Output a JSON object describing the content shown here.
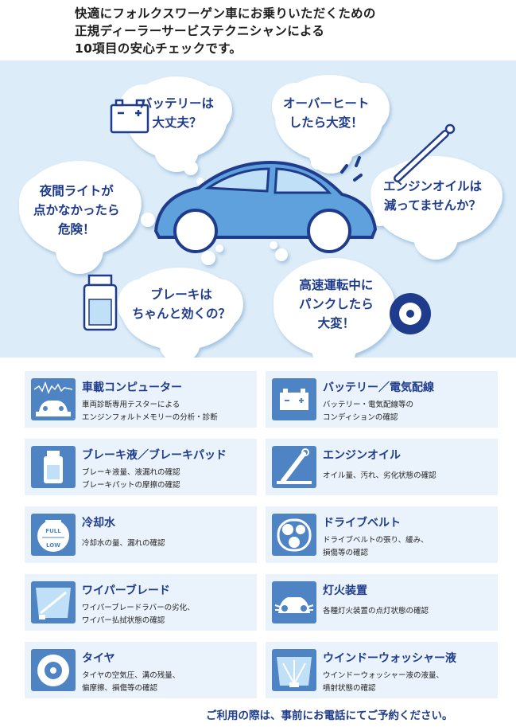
{
  "intro": {
    "lines": [
      "快適にフォルクスワーゲン車にお乗りいただくための",
      "正規ディーラーサービステクニシャンによる",
      "10項目の安心チェックです。"
    ]
  },
  "hero": {
    "bubbles": {
      "battery": [
        "バッテリーは",
        "大丈夫？"
      ],
      "overheat": [
        "オーバーヒート",
        "したら大変！"
      ],
      "oil": [
        "エンジンオイルは",
        "減ってませんか？"
      ],
      "light": [
        "夜間ライトが",
        "点かなかったら",
        "危険！"
      ],
      "brake": [
        "ブレーキは",
        "ちゃんと効くの？"
      ],
      "puncture": [
        "高速運転中に",
        "パンクしたら",
        "大変！"
      ]
    }
  },
  "items": [
    {
      "title": "車載コンピューター",
      "lines": [
        "車両診断専用テスターによる",
        "エンジンフォルトメモリーの分析・診断"
      ],
      "icon": "computer-diagnosis-icon"
    },
    {
      "title": "バッテリー／電気配線",
      "lines": [
        "バッテリー・電気配線等の",
        "コンディションの確認"
      ],
      "icon": "battery-icon"
    },
    {
      "title": "ブレーキ液／ブレーキパッド",
      "lines": [
        "ブレーキ液量、液漏れの確認",
        "ブレーキパットの摩擦の確認"
      ],
      "icon": "brake-fluid-icon"
    },
    {
      "title": "エンジンオイル",
      "lines": [
        "オイル量、汚れ、劣化状態の確認"
      ],
      "icon": "oil-gauge-icon"
    },
    {
      "title": "冷却水",
      "lines": [
        "冷却水の量、漏れの確認"
      ],
      "icon": "coolant-tank-icon",
      "labels": [
        "FULL",
        "LOW"
      ]
    },
    {
      "title": "ドライブベルト",
      "lines": [
        "ドライブベルトの張り、緩み、",
        "損傷等の確認"
      ],
      "icon": "drive-belt-icon"
    },
    {
      "title": "ワイパーブレード",
      "lines": [
        "ワイパーブレードラバーの劣化、",
        "ワイパー払拭状態の確認"
      ],
      "icon": "wiper-icon"
    },
    {
      "title": "灯火装置",
      "lines": [
        "各種灯火装置の点灯状態の確認"
      ],
      "icon": "headlight-icon"
    },
    {
      "title": "タイヤ",
      "lines": [
        "タイヤの空気圧、溝の残量、",
        "偏摩擦、損傷等の確認"
      ],
      "icon": "tire-icon"
    },
    {
      "title": "ウインドーウォッシャー液",
      "lines": [
        "ウインドーウォッシャー液の液量、",
        "噴射状態の確認"
      ],
      "icon": "washer-icon"
    }
  ],
  "footer": "ご利用の際は、事前にお電話にてご予約ください。",
  "colors": {
    "accent": "#1f3c8c",
    "icon_bg": "#4f84c4",
    "hero_bg": "#dcecf8",
    "card_bg": "#eaf3fb"
  }
}
